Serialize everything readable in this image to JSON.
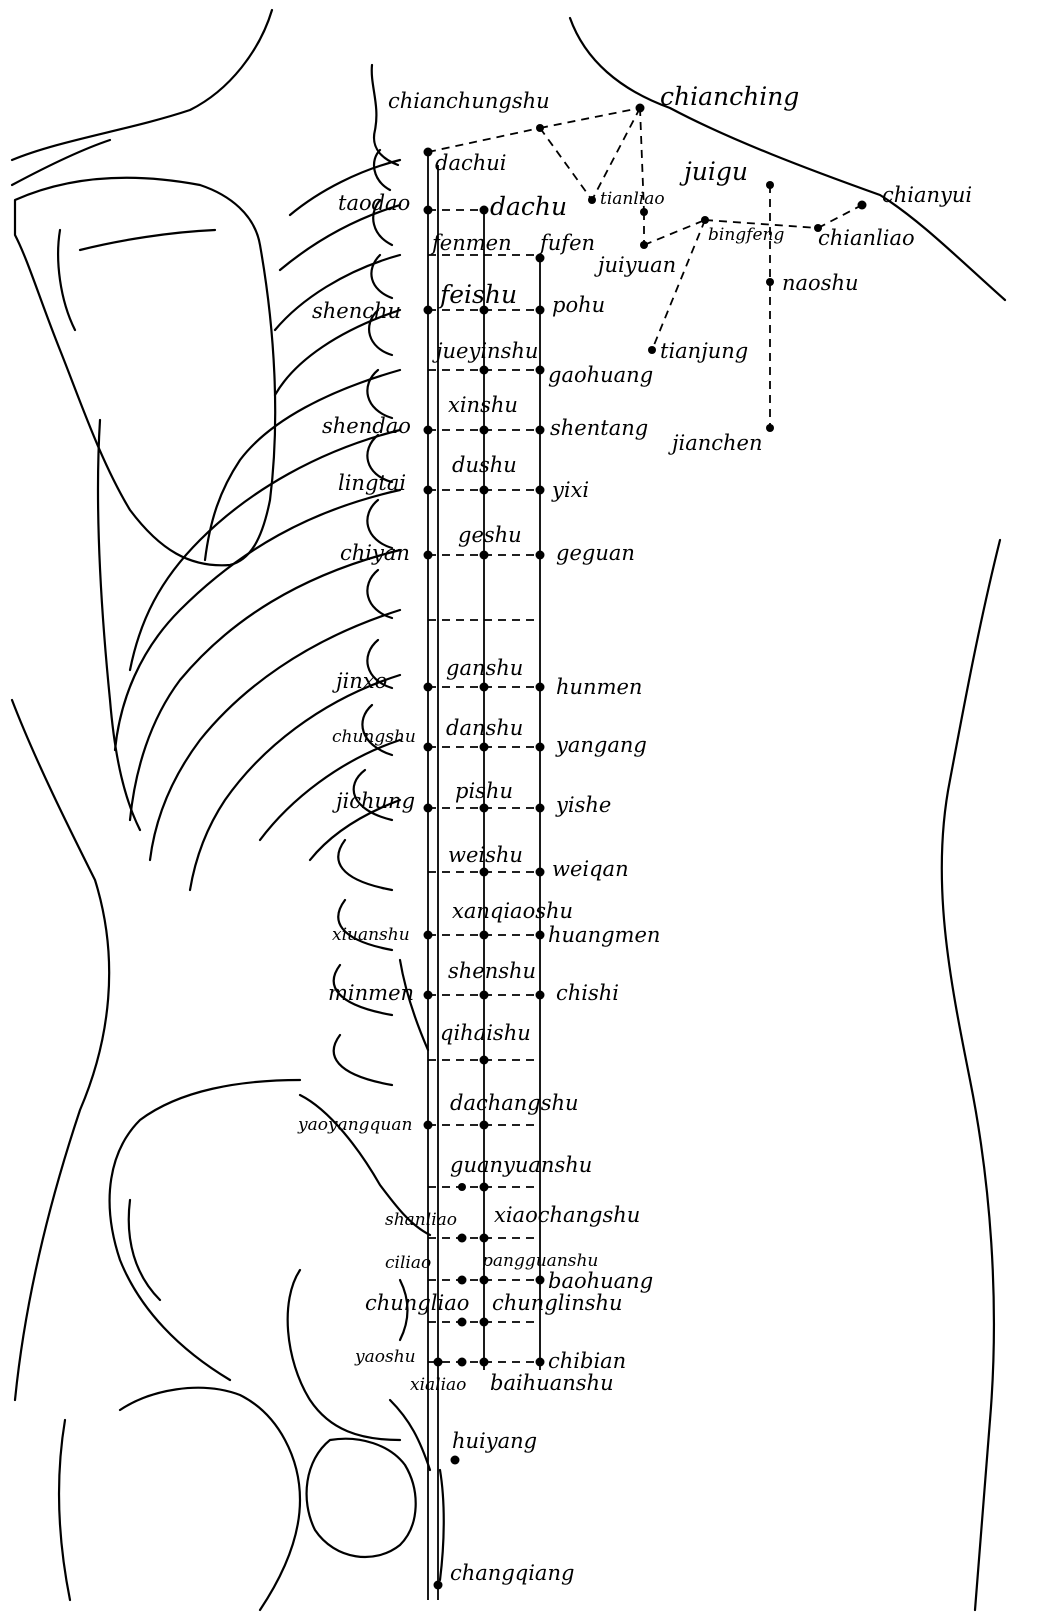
{
  "labels": {
    "chianchungshu": "chianchungshu",
    "chianching": "chianching",
    "dachui": "dachui",
    "juigu": "juigu",
    "tiantiao": "tianliao",
    "chianyui": "chianyui",
    "taodao": "taodao",
    "dachu": "dachu",
    "bingfeng": "bingfeng",
    "chianliao": "chianliao",
    "fenmen": "fenmen",
    "fufen": "fufen",
    "juiyuan": "juiyuan",
    "naoshu": "naoshu",
    "shenchu": "shenchu",
    "feishu": "feishu",
    "pohu": "pohu",
    "tianjung": "tianjung",
    "jueyinshu": "jueyinshu",
    "gaohuang": "gaohuang",
    "xinshu": "xinshu",
    "shendao": "shendao",
    "shentang": "shentang",
    "jianchen": "jianchen",
    "dushu": "dushu",
    "lingtai": "lingtai",
    "yixi": "yixi",
    "geshu": "geshu",
    "chiyan": "chiyan",
    "geguan": "geguan",
    "ganshu": "ganshu",
    "jinxo": "jinxo",
    "hunmen": "hunmen",
    "danshu": "danshu",
    "chungshu": "chungshu",
    "yangang": "yangang",
    "pishu": "pishu",
    "jichung": "jichung",
    "yishe": "yishe",
    "weishu": "weishu",
    "weiqan": "weiqan",
    "xanqiaoshu": "xanqiaoshu",
    "xiuanshu": "xiuanshu",
    "huangmen": "huangmen",
    "shenshu": "shenshu",
    "minmen": "minmen",
    "chishi": "chishi",
    "qihaishu": "qihaishu",
    "dachangshu": "dachangshu",
    "yaoyangguan": "yaoyangquan",
    "guanyuanshu": "guanyuanshu",
    "shanliao": "shanliao",
    "xiaochangshu": "xiaochangshu",
    "ciliao": "ciliao",
    "pangguanshu": "pangguanshu",
    "baohuang": "baohuang",
    "chungliao": "chungliao",
    "chunglinshu": "chunglinshu",
    "yaoshu": "yaoshu",
    "chibian": "chibian",
    "xialiao": "xialiao",
    "baihuanshu": "baihuanshu",
    "huiyang": "huiyang",
    "changqiang": "changqiang"
  }
}
